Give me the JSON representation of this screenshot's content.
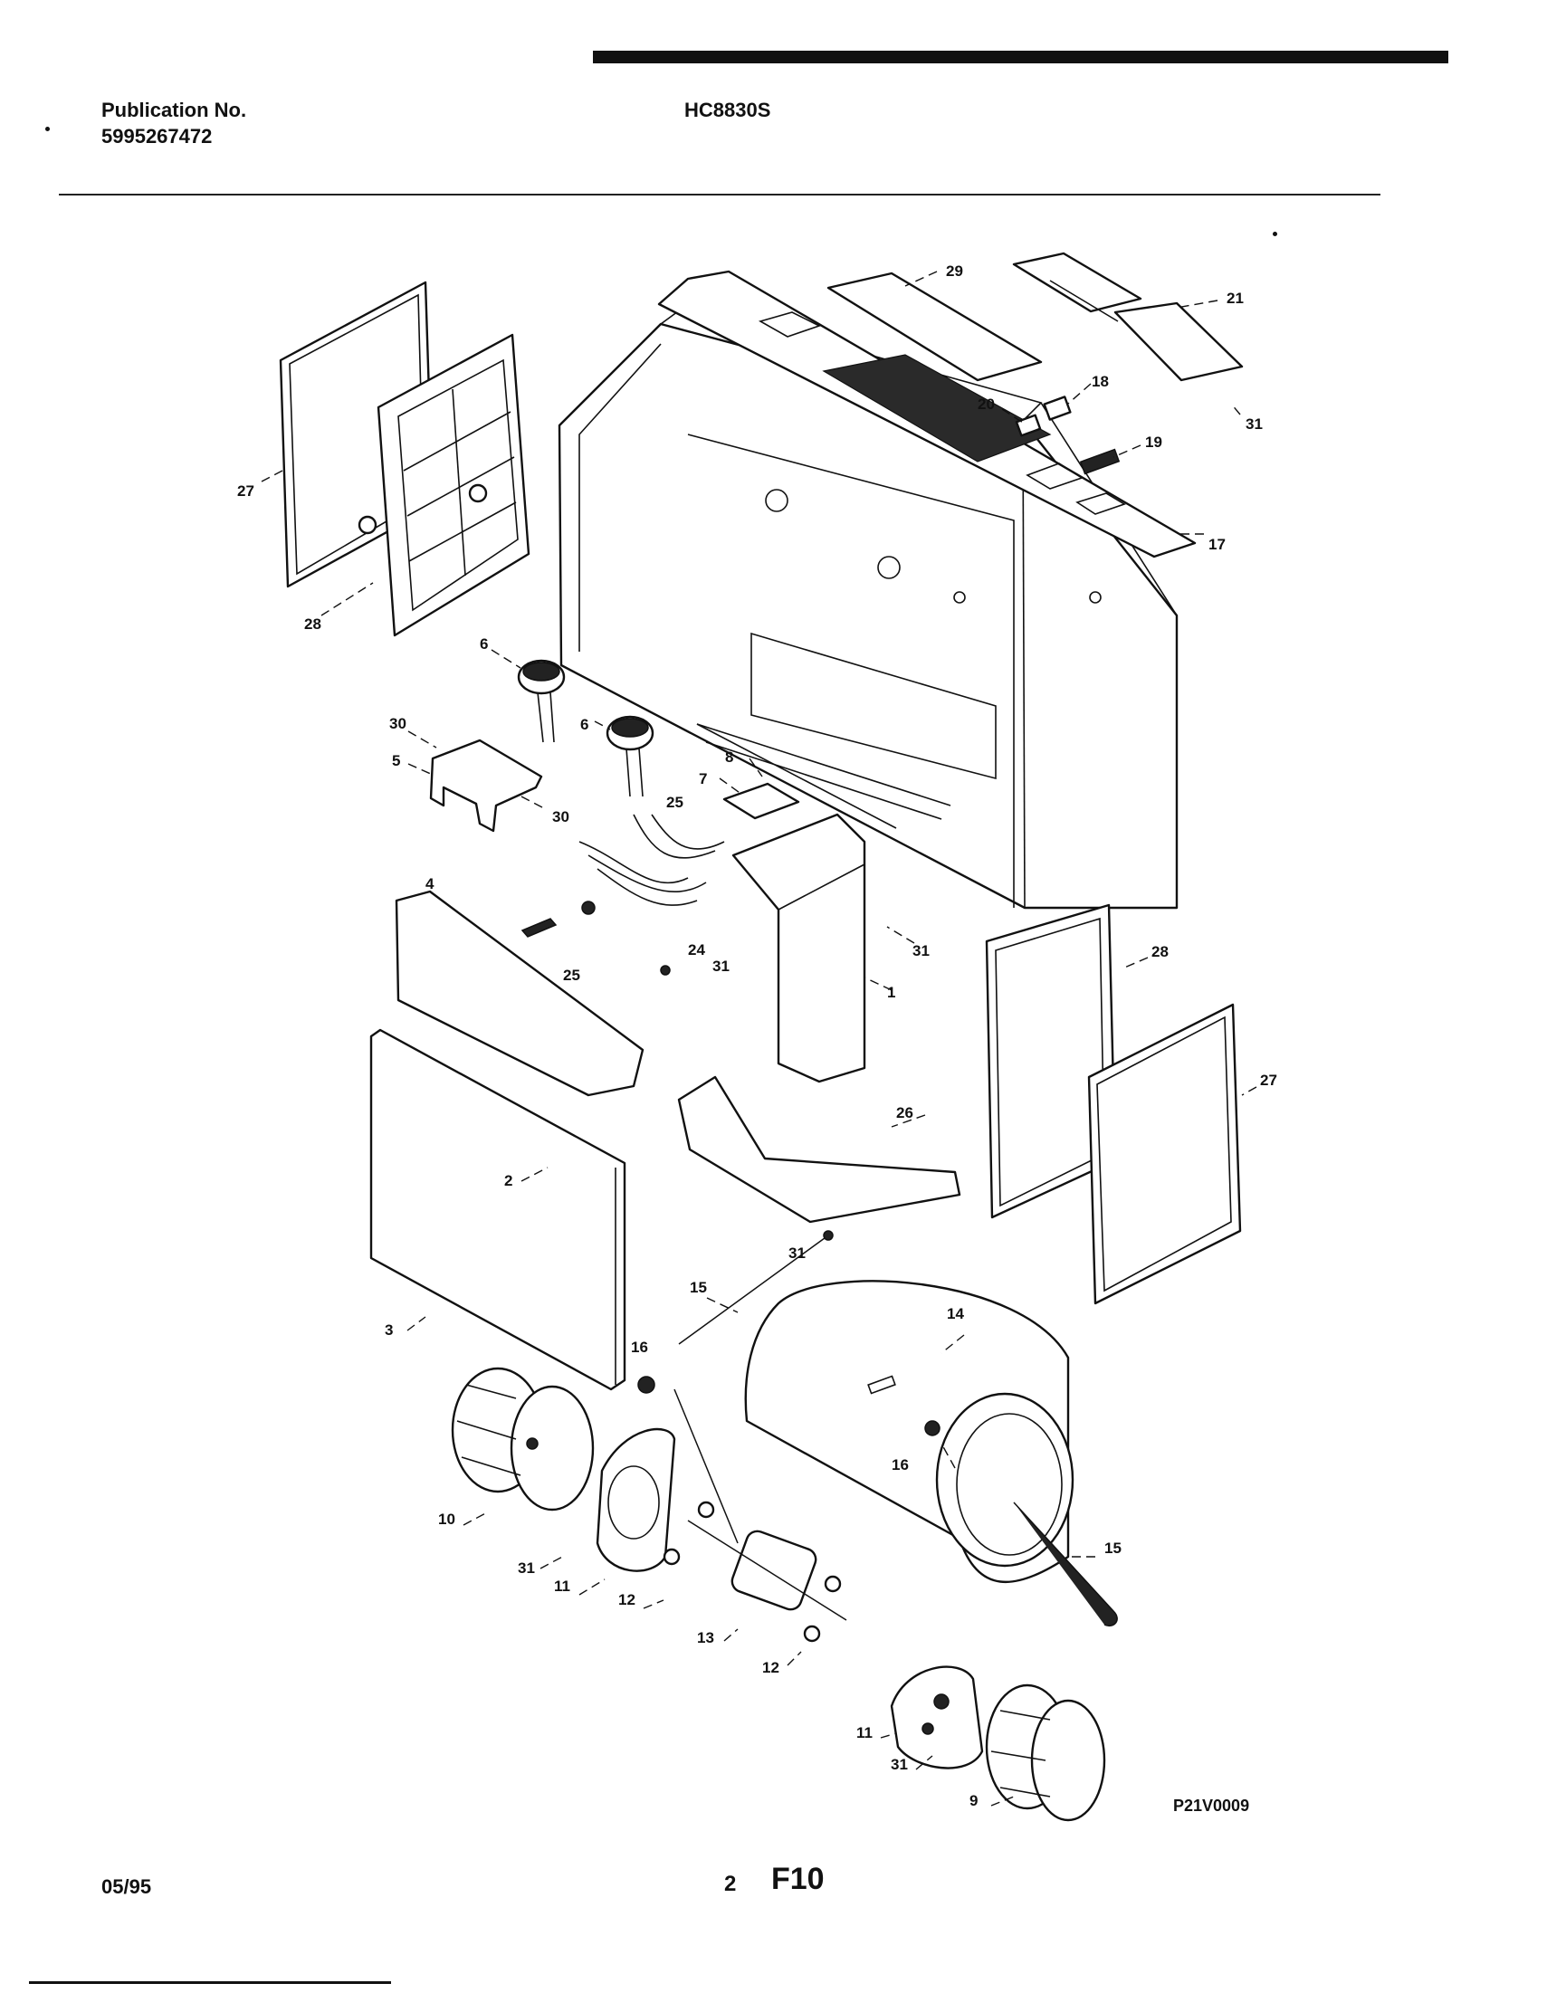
{
  "header": {
    "publication_label": "Publication No.",
    "publication_number": "5995267472",
    "model": "HC8830S"
  },
  "footer": {
    "date": "05/95",
    "page_number": "2",
    "figure_code": "F10"
  },
  "diagram": {
    "code": "P21V0009",
    "callouts": {
      "c1": "1",
      "c2": "2",
      "c3": "3",
      "c4": "4",
      "c5": "5",
      "c6": "6",
      "c7": "7",
      "c8": "8",
      "c9": "9",
      "c10": "10",
      "c11": "11",
      "c12": "12",
      "c13": "13",
      "c14": "14",
      "c15": "15",
      "c16": "16",
      "c17": "17",
      "c18": "18",
      "c19": "19",
      "c20": "20",
      "c21": "21",
      "c24": "24",
      "c25": "25",
      "c26": "26",
      "c27": "27",
      "c28": "28",
      "c29": "29",
      "c30": "30",
      "c31": "31"
    }
  }
}
